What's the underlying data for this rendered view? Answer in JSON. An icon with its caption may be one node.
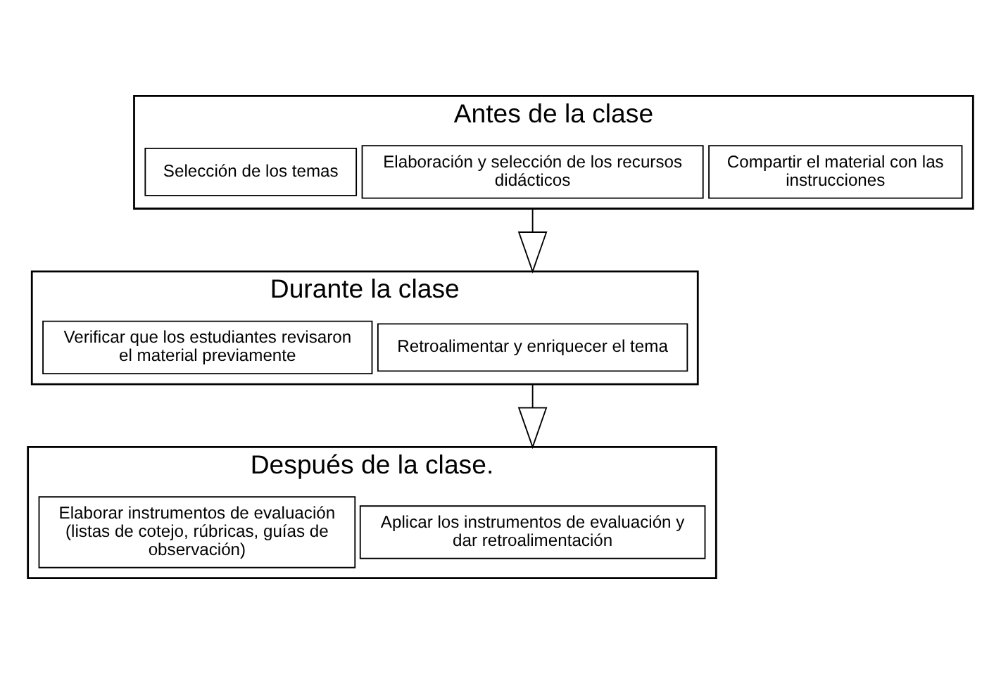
{
  "diagram": {
    "nodes": [
      {
        "text": [
          "Antes de la clase"
        ]
      },
      {
        "text": [
          "Selección de los temas"
        ],
        "in": 0
      },
      {
        "text": [
          "Elaboración y selección de los recursos didácticos"
        ],
        "in": 0
      },
      {
        "text": [
          "Compartir el material con las instrucciones"
        ],
        "in": 0
      },
      {
        "text": [
          "Durante la clase"
        ]
      },
      {
        "text": [
          "Verificar que los estudiantes revisaron el material previamente"
        ],
        "in": 4
      },
      {
        "text": [
          "Retroalimentar y enriquecer el tema"
        ],
        "in": 4
      },
      {
        "text": [
          "Después de la clase."
        ]
      },
      {
        "text": [
          "Elaborar instrumentos de evaluación (listas de cotejo, rúbricas, guías de observación)"
        ],
        "in": 7
      },
      {
        "text": [
          "Aplicar los instrumentos de evaluación y dar retroalimentación"
        ],
        "in": 7
      }
    ],
    "edges": [
      {
        "from": 0,
        "to": 4,
        "arrow": "to"
      },
      {
        "from": 4,
        "to": 7,
        "arrow": "to"
      }
    ]
  }
}
